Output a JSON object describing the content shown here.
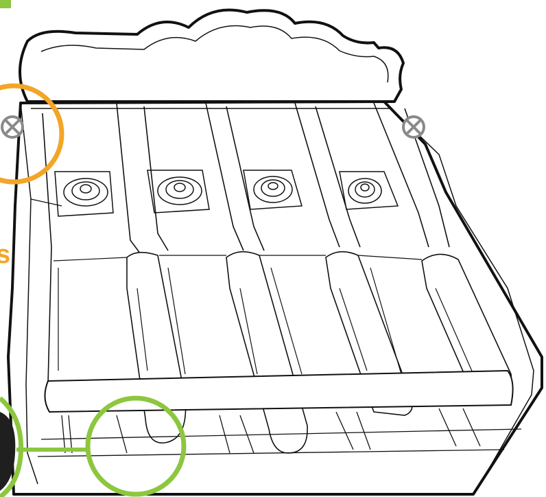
{
  "diagram": {
    "edge_letter": "s",
    "colors": {
      "line": "#111111",
      "fill": "#ffffff",
      "accent_orange": "#f3a526",
      "accent_green": "#8dc63f",
      "screw_marker": "#8a8a8a",
      "dark_part": "#1f1f1f"
    },
    "parts": {
      "housing": "printer-cartridge-carriage",
      "key_count": 4,
      "screw_markers": [
        "remove-screw-icon",
        "remove-screw-icon"
      ]
    },
    "callouts": [
      {
        "color": "orange",
        "target": "left-screw"
      },
      {
        "color": "green",
        "target": "carriage-latch"
      }
    ]
  }
}
